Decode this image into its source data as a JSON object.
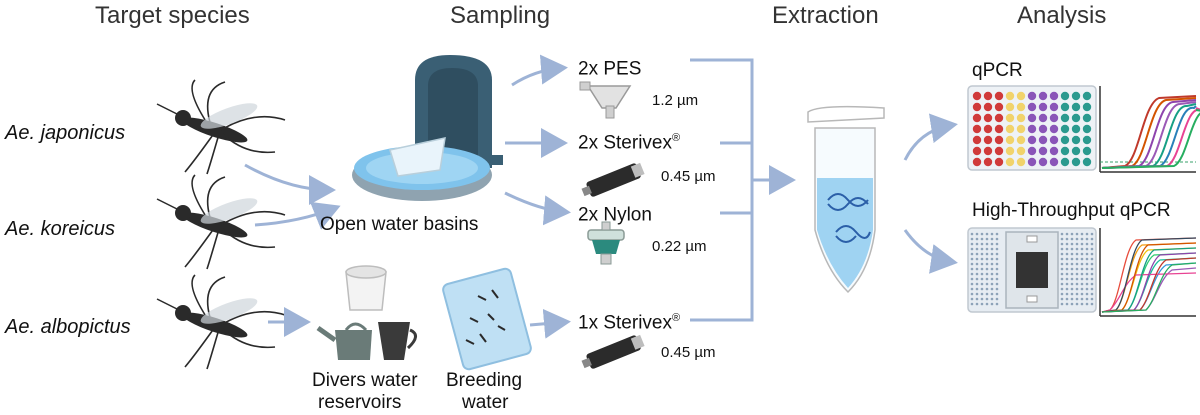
{
  "headers": {
    "target_species": "Target species",
    "sampling": "Sampling",
    "extraction": "Extraction",
    "analysis": "Analysis"
  },
  "species": [
    "Ae. japonicus",
    "Ae. koreicus",
    "Ae. albopictus"
  ],
  "sampling": {
    "open_water": "Open water basins",
    "divers_line1": "Divers water",
    "divers_line2": "reservoirs",
    "breeding_line1": "Breeding",
    "breeding_line2": "water"
  },
  "filters": [
    {
      "label": "2x PES",
      "reg": "",
      "pore": "1.2 µm"
    },
    {
      "label": "2x Sterivex",
      "reg": "®",
      "pore": "0.45 µm"
    },
    {
      "label": "2x Nylon",
      "reg": "",
      "pore": "0.22 µm"
    },
    {
      "label": "1x Sterivex",
      "reg": "®",
      "pore": "0.45 µm"
    }
  ],
  "analysis": {
    "qpcr": "qPCR",
    "htqpcr": "High-Throughput qPCR"
  },
  "colors": {
    "arrow": "#9eb3d6",
    "basin_dark": "#3a5f74",
    "water": "#7fc3ec",
    "tube_liquid": "#9fd3f2",
    "dna": "#2b5fa8",
    "mosquito": "#2a2a2a",
    "plate_red": "#d03a3a",
    "plate_yellow": "#f1d36b",
    "plate_purple": "#8a55b8",
    "plate_teal": "#2b9a8f"
  }
}
